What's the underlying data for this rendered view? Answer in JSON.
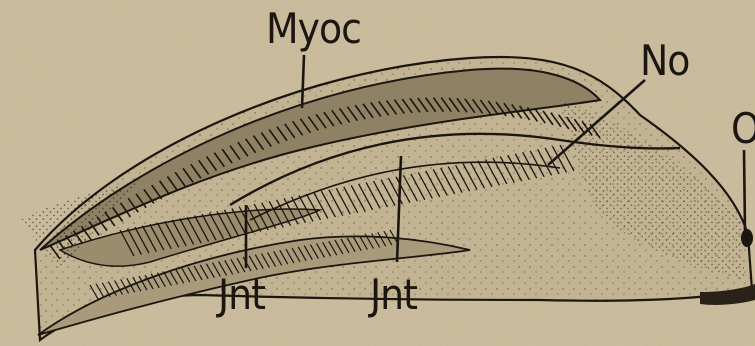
{
  "labels": {
    "myoc": "Myoc",
    "no": "No",
    "o": "O",
    "int_left": "Jnt",
    "int_right": "Jnt"
  },
  "colors": {
    "paper": "#cdbfa0",
    "ink": "#1b1610"
  }
}
